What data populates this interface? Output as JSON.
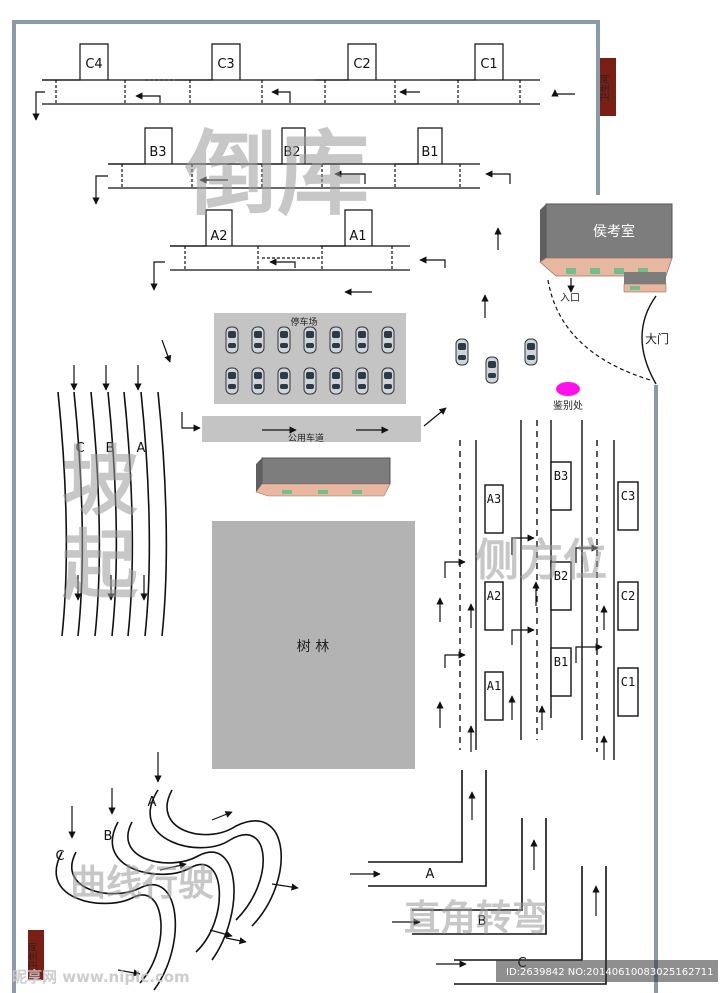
{
  "zones": {
    "reverse_parking": {
      "title": "倒库",
      "slots": [
        "C4",
        "C3",
        "C2",
        "C1",
        "B3",
        "B2",
        "B1",
        "A2",
        "A1"
      ]
    },
    "slope_start": {
      "title_line1": "坡",
      "title_line2": "起",
      "lanes": [
        "C",
        "B",
        "A"
      ]
    },
    "side_parking": {
      "title": "侧方位",
      "slots": [
        "A3",
        "A2",
        "A1",
        "B3",
        "B2",
        "B1",
        "C3",
        "C2",
        "C1"
      ]
    },
    "curve_driving": {
      "title": "曲线行驶",
      "lanes": [
        "A",
        "B",
        "C"
      ]
    },
    "right_angle_turn": {
      "title": "直角转弯",
      "lanes": [
        "A",
        "B",
        "C"
      ]
    }
  },
  "facilities": {
    "waiting_room": "侯考室",
    "entrance": "入口",
    "main_gate": "大门",
    "checkpoint": "鉴别处",
    "parking_lot": "停车场",
    "public_road": "公用车道",
    "woods": "树 林",
    "restroom": "卫生间"
  },
  "watermark": {
    "brand": "昵享网 www.nipic.com",
    "id_text": "ID:2639842 NO:20140610083025162711"
  },
  "colors": {
    "border": "#8a9aa8",
    "building_roof": "#7d7d7d",
    "building_wall": "#e8b7a0",
    "window_green": "#6fbf8f",
    "woods_fill": "#b3b3b3",
    "parking_fill": "#c4c4c4",
    "checkpoint_marker": "#ff11ee",
    "restroom_sign": "#7a1f14"
  }
}
